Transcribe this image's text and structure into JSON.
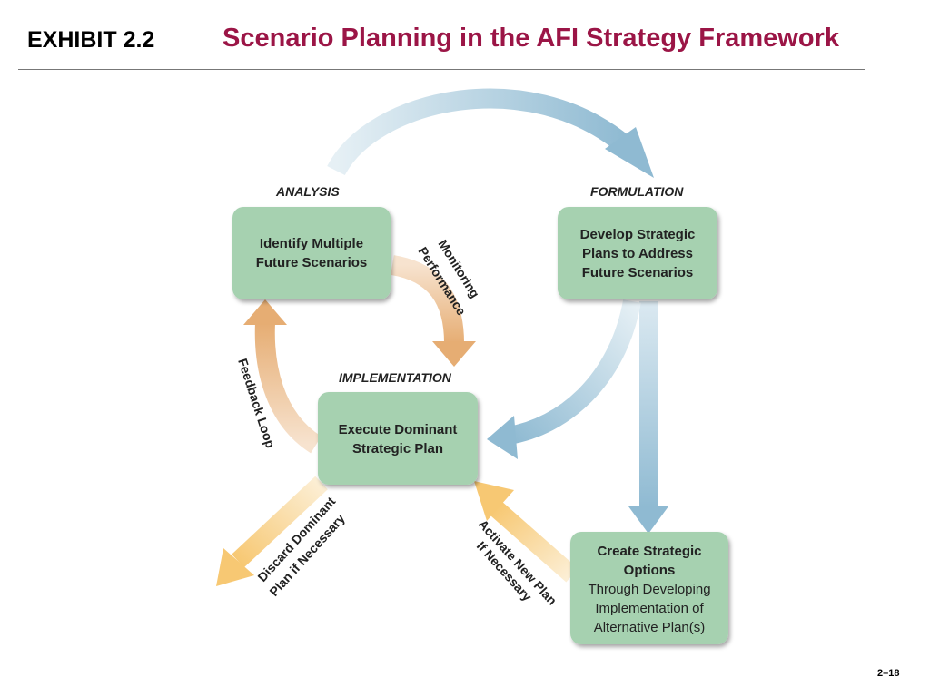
{
  "header": {
    "exhibit": "EXHIBIT 2.2",
    "title": "Scenario Planning in the AFI Strategy Framework"
  },
  "footer": {
    "page": "2–18"
  },
  "stages": {
    "analysis": "ANALYSIS",
    "formulation": "FORMULATION",
    "implementation": "IMPLEMENTATION"
  },
  "boxes": {
    "identify": {
      "line1": "Identify Multiple",
      "line2": "Future Scenarios"
    },
    "develop": {
      "line1": "Develop Strategic",
      "line2": "Plans to Address",
      "line3": "Future Scenarios"
    },
    "execute": {
      "line1": "Execute Dominant",
      "line2": "Strategic Plan"
    },
    "create": {
      "line1": "Create Strategic",
      "line2": "Options",
      "line3": "Through Developing",
      "line4": "Implementation of",
      "line5": "Alternative Plan(s)"
    }
  },
  "arrow_labels": {
    "monitoring": "Monitoring",
    "performance": "Performance",
    "feedback": "Feedback Loop",
    "discard1": "Discard Dominant",
    "discard2": "Plan if Necessary",
    "activate1": "Activate New Plan",
    "activate2": "If Necessary"
  },
  "colors": {
    "title": "#9b1546",
    "box_fill": "#a6d1b0",
    "blue_arrow": "#8fbad2",
    "orange_arrow": "#e6ad73",
    "yellow_arrow": "#f7c873"
  }
}
